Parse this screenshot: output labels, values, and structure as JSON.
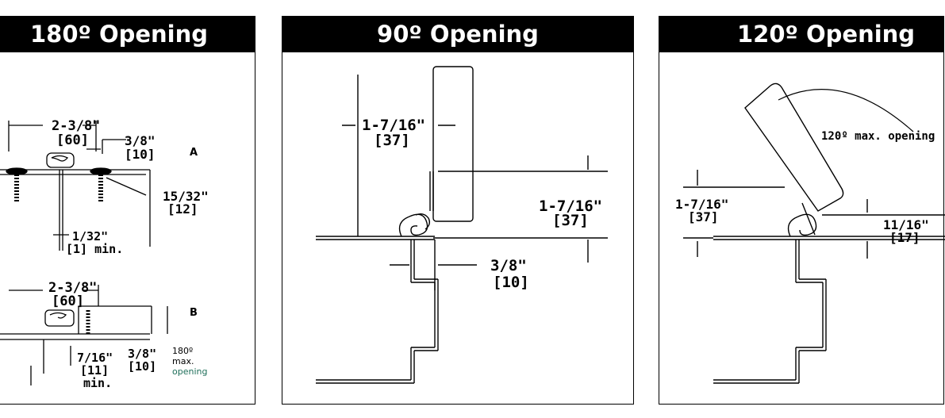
{
  "panels": [
    {
      "title": "180º Opening",
      "labels": {
        "a_width": "2-3/8\"",
        "a_width_mm": "[60]",
        "a_side": "3/8\"",
        "a_side_mm": "[10]",
        "a_letter": "A",
        "a_thick": "15/32\"",
        "a_thick_mm": "[12]",
        "a_gap": "1/32\"",
        "a_gap_mm": "[1] min.",
        "b_width": "2-3/8\"",
        "b_width_mm": "[60]",
        "b_letter": "B",
        "b_gap": "7/16\"",
        "b_gap_mm": "[11]",
        "b_gap_min": "min.",
        "b_side": "3/8\"",
        "b_side_mm": "[10]",
        "b_note_1": "180º",
        "b_note_2": "max.",
        "b_note_3": "opening"
      }
    },
    {
      "title": "90º Opening",
      "labels": {
        "top_dim": "1-7/16\"",
        "top_dim_mm": "[37]",
        "right_dim": "1-7/16\"",
        "right_dim_mm": "[37]",
        "bottom_dim": "3/8\"",
        "bottom_dim_mm": "[10]"
      }
    },
    {
      "title": "120º Opening",
      "labels": {
        "max_open": "120º max. opening",
        "left_dim": "1-7/16\"",
        "left_dim_mm": "[37]",
        "right_dim": "11/16\"",
        "right_dim_mm": "[17]"
      }
    }
  ],
  "colors": {
    "line": "#000000",
    "header_bg": "#000000",
    "header_text": "#ffffff",
    "note_accent": "#1f6f5a"
  }
}
